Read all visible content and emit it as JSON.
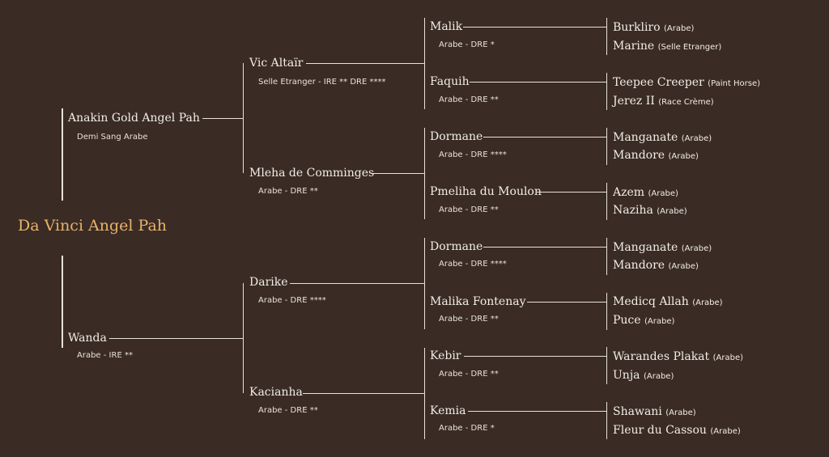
{
  "root": {
    "name": "Da Vinci Angel Pah"
  },
  "sire": {
    "name": "Anakin Gold Angel Pah",
    "desc": "Demi Sang Arabe",
    "sire": {
      "name": "Vic Altaïr",
      "desc": "Selle Etranger - IRE **  DRE ****",
      "sire": {
        "name": "Malik",
        "desc": "Arabe - DRE *",
        "sire": {
          "name": "Burkliro",
          "note": "(Arabe)"
        },
        "dam": {
          "name": "Marine",
          "note": "(Selle Etranger)"
        }
      },
      "dam": {
        "name": "Faquih",
        "desc": "Arabe - DRE **",
        "sire": {
          "name": "Teepee Creeper",
          "note": "(Paint Horse)"
        },
        "dam": {
          "name": "Jerez II",
          "note": "(Race Crème)"
        }
      }
    },
    "dam": {
      "name": "Mleha de Comminges",
      "desc": "Arabe - DRE **",
      "sire": {
        "name": "Dormane",
        "desc": "Arabe - DRE ****",
        "sire": {
          "name": "Manganate",
          "note": "(Arabe)"
        },
        "dam": {
          "name": "Mandore",
          "note": "(Arabe)"
        }
      },
      "dam": {
        "name": "Pmeliha du Moulon",
        "desc": "Arabe - DRE **",
        "sire": {
          "name": "Azem",
          "note": "(Arabe)"
        },
        "dam": {
          "name": "Naziha",
          "note": "(Arabe)"
        }
      }
    }
  },
  "dam": {
    "name": "Wanda",
    "desc": "Arabe - IRE **",
    "sire": {
      "name": "Darike",
      "desc": "Arabe - DRE ****",
      "sire": {
        "name": "Dormane",
        "desc": "Arabe - DRE ****",
        "sire": {
          "name": "Manganate",
          "note": "(Arabe)"
        },
        "dam": {
          "name": "Mandore",
          "note": "(Arabe)"
        }
      },
      "dam": {
        "name": "Malika Fontenay",
        "desc": "Arabe - DRE **",
        "sire": {
          "name": "Medicq Allah",
          "note": "(Arabe)"
        },
        "dam": {
          "name": "Puce",
          "note": "(Arabe)"
        }
      }
    },
    "dam": {
      "name": "Kacianha",
      "desc": "Arabe - DRE **",
      "sire": {
        "name": "Kebir",
        "desc": "Arabe - DRE **",
        "sire": {
          "name": "Warandes Plakat",
          "note": "(Arabe)"
        },
        "dam": {
          "name": "Unja",
          "note": "(Arabe)"
        }
      },
      "dam": {
        "name": "Kemia",
        "desc": "Arabe - DRE *",
        "sire": {
          "name": "Shawani",
          "note": "(Arabe)"
        },
        "dam": {
          "name": "Fleur du Cassou",
          "note": "(Arabe)"
        }
      }
    }
  }
}
